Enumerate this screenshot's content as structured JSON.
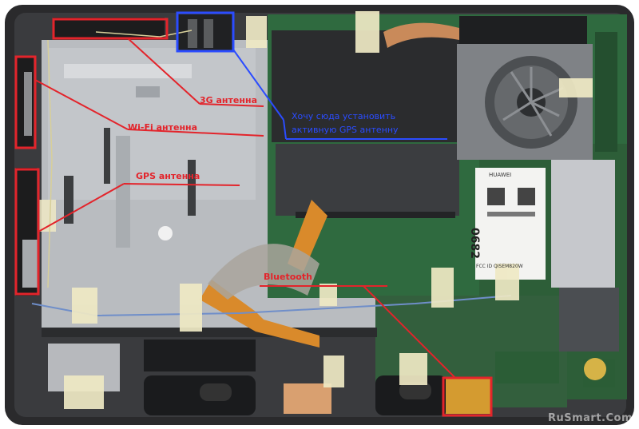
{
  "annotations": {
    "antenna_3g": "3G антенна",
    "antenna_wifi": "Wi-Fi антенна",
    "antenna_gps": "GPS антенна",
    "bluetooth": "Bluetooth",
    "gps_wish_line1": "Хочу сюда установить",
    "gps_wish_line2": "активную GPS антенну"
  },
  "chips": {
    "wwan_vendor": "HUAWEI",
    "wwan_code": "0682",
    "fcc_id": "FCC ID QISEM820W"
  },
  "watermark": "RuSmart.Com",
  "colors": {
    "annotation_red": "#e3242b",
    "annotation_blue": "#2b4cff",
    "chassis": "#2a2a2c",
    "shield": "#b9bcc0",
    "pcb": "#2f6a3f",
    "heatsink": "#1e1f21",
    "tape": "#efe9c4",
    "flex_cable": "#d98a2b"
  }
}
